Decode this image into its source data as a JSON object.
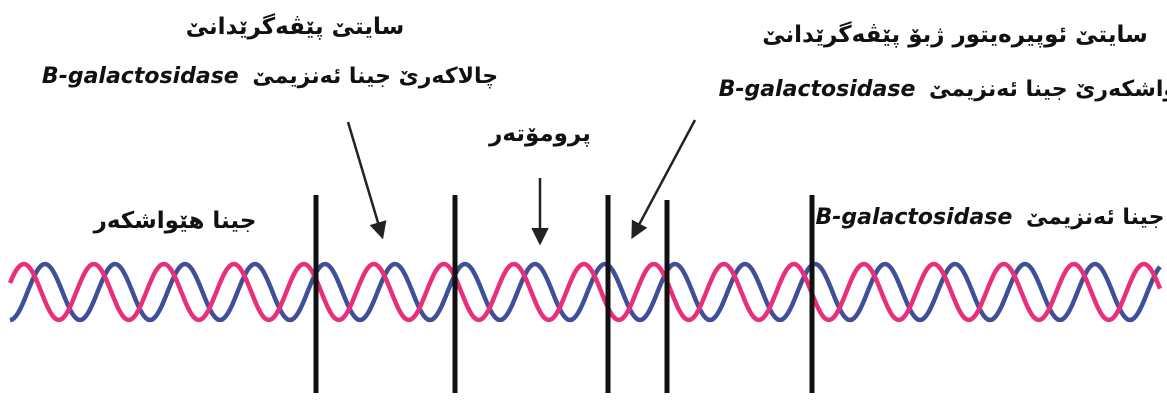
{
  "labels": {
    "activator_site_line1": "سایتێ پێڤەگرێدانێ",
    "activator_site_prefix": "چالاکەرێ جینا ئەنزیمێ",
    "activator_site_enzyme": "B-galactosidase",
    "operator_site_line1": "سایتێ ئوپیرەیتور ژبۆ پێڤەگرێدانێ",
    "operator_site_prefix": "هێواشکەرێ جینا ئەنزیمێ",
    "operator_site_enzyme": "B-galactosidase",
    "promoter": "پرومۆتەر",
    "repressor_gene": "جینا هێواشکەر",
    "enzyme_gene_prefix": "جینا ئەنزیمێ",
    "enzyme_gene_enzyme": "B-galactosidase"
  },
  "colors": {
    "strand_blue": "#3f4f9a",
    "strand_pink": "#e8307a",
    "divider": "#111111",
    "arrow": "#222222"
  }
}
